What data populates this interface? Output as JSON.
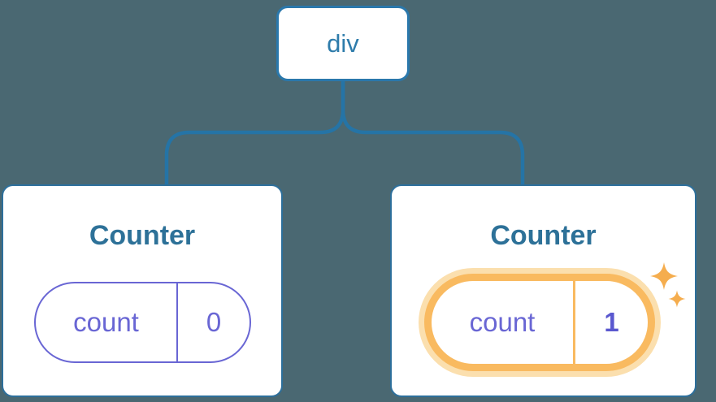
{
  "diagram": {
    "description": "React component tree diagram: a div root element with two Counter children showing separate state",
    "tree": {
      "root": {
        "label": "div"
      },
      "children": [
        {
          "title": "Counter",
          "state": {
            "key": "count",
            "value": "0"
          },
          "highlighted": false
        },
        {
          "title": "Counter",
          "state": {
            "key": "count",
            "value": "1"
          },
          "highlighted": true
        }
      ]
    },
    "colors": {
      "background": "#4a6872",
      "connector_blue": "#2574a6",
      "node_border_blue": "#2a78ac",
      "node_text_blue": "#2e7cab",
      "card_border_blue": "#2d6f9b",
      "card_background": "#ffffff",
      "title_blue": "#2d7198",
      "state_purple": "#6966d4",
      "state_value_bold_purple": "#5a58cf",
      "highlight_orange": "#f9ba60",
      "highlight_glow_orange": "#fbdfae",
      "sparkle_orange": "#f5ad4e"
    }
  }
}
